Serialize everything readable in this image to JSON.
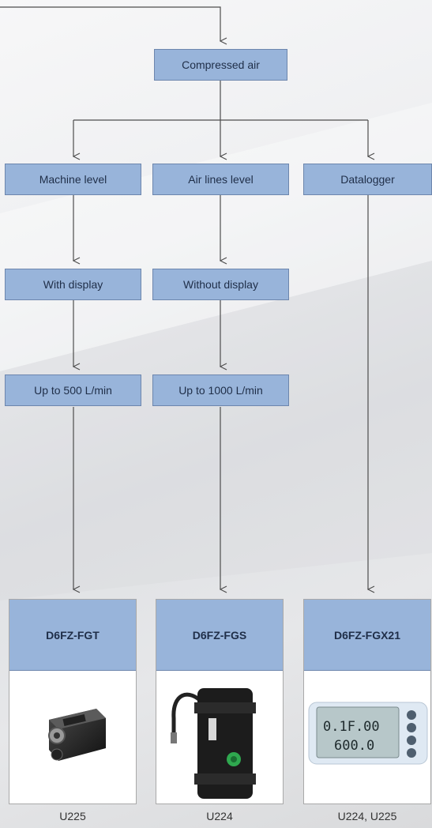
{
  "root": {
    "label": "Compressed air"
  },
  "level1": [
    {
      "label": "Machine level"
    },
    {
      "label": "Air lines level"
    },
    {
      "label": "Datalogger"
    }
  ],
  "level2": [
    {
      "label": "With display"
    },
    {
      "label": "Without display"
    }
  ],
  "level3": [
    {
      "label": "Up to 500 L/min"
    },
    {
      "label": "Up to 1000 L/min"
    }
  ],
  "products": [
    {
      "name": "D6FZ-FGT",
      "ref": "U225"
    },
    {
      "name": "D6FZ-FGS",
      "ref": "U224"
    },
    {
      "name": "D6FZ-FGX21",
      "ref": "U224, U225",
      "display_line1": "0.1F.00",
      "display_line2": "600.0"
    }
  ],
  "colors": {
    "box_fill": "#98b4da",
    "box_border": "#6d86ad",
    "connector": "#4d4d4d"
  }
}
